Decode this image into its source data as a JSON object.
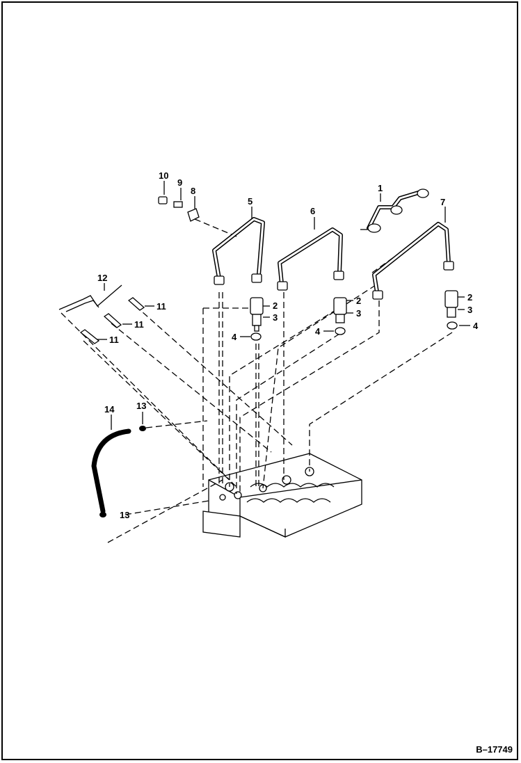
{
  "figure_number": "B–17749",
  "callouts": {
    "c1": "1",
    "c2a": "2",
    "c2b": "2",
    "c2c": "2",
    "c3a": "3",
    "c3b": "3",
    "c3c": "3",
    "c4a": "4",
    "c4b": "4",
    "c4c": "4",
    "c5": "5",
    "c6": "6",
    "c7": "7",
    "c8": "8",
    "c9": "9",
    "c10": "10",
    "c11a": "11",
    "c11b": "11",
    "c11c": "11",
    "c12": "12",
    "c13a": "13",
    "c13b": "13",
    "c14": "14"
  }
}
